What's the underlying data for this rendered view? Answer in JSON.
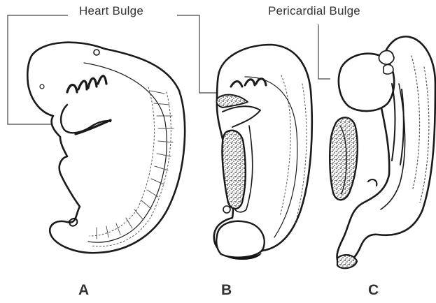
{
  "callouts": {
    "heart_bulge": "Heart Bulge",
    "pericardial_bulge": "Pericardial Bulge"
  },
  "panels": {
    "a": "A",
    "b": "B",
    "c": "C"
  },
  "colors": {
    "ink": "#1a1a1a",
    "stipple": "#3a3a3a",
    "label_text": "#333333",
    "background": "#ffffff"
  }
}
